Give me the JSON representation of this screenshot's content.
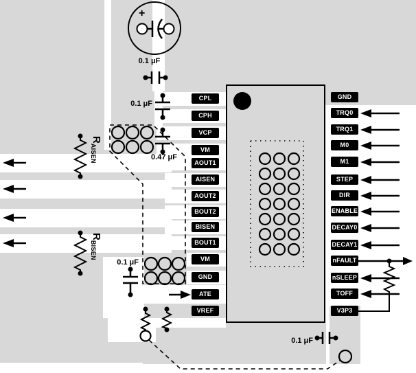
{
  "figure": {
    "kind": "pcb-layout-example"
  },
  "pins": {
    "left": [
      "CPL",
      "CPH",
      "VCP",
      "VM",
      "AOUT1",
      "AISEN",
      "AOUT2",
      "BOUT2",
      "BISEN",
      "BOUT1",
      "VM",
      "GND",
      "ATE",
      "VREF"
    ],
    "right": [
      "GND",
      "TRQ0",
      "TRQ1",
      "M0",
      "M1",
      "STEP",
      "DIR",
      "ENABLE",
      "DECAY0",
      "DECAY1",
      "nFAULT",
      "nSLEEP",
      "TOFF",
      "V3P3"
    ]
  },
  "labels": {
    "cap_bulk": "0.1 μF",
    "cap_flying": "0.1 μF",
    "cap_vcp": "0.47 μF",
    "cap_vm_bypass": "0.1 μF",
    "cap_v3p3": "0.1 μF",
    "plus": "+",
    "r_aisen_base": "R",
    "r_aisen_sub": "AISEN",
    "r_bisen_base": "R",
    "r_bisen_sub": "BISEN"
  },
  "icons": {
    "input_arrow": "left-arrow-icon",
    "output_arrow": "right-arrow-icon",
    "via": "open-circle",
    "pin1_marker": "filled-circle",
    "electrolytic_cap": "polarized-capacitor-symbol"
  },
  "colors": {
    "copper_pour": "#d8d8d8",
    "board": "#ffffff",
    "pin_label_bg": "#000000",
    "pin_label_text": "#ffffff",
    "lines": "#000000"
  }
}
